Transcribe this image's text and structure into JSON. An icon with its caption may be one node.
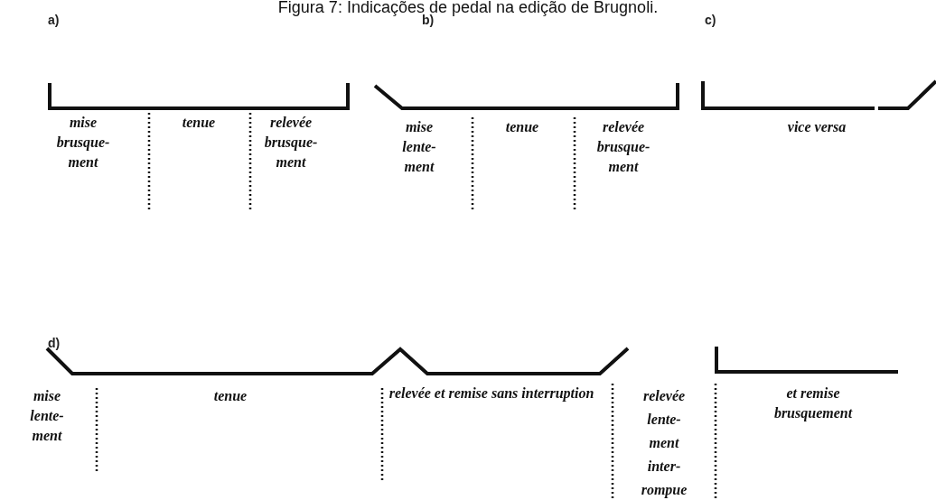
{
  "diagram": {
    "title": "Figura 7: Indicações de pedal na edição de Brugnoli.",
    "labels": [
      "a)",
      "b)",
      "c)",
      "mise brusque- ment",
      "tenue",
      "relevée brusque- ment",
      "mise lente- ment",
      "tenue",
      "relevée brusque- ment",
      "vice versa",
      "d)",
      "mise lente- ment",
      "tenue",
      "relevée et remise sans interruption",
      "relevée lente- ment inter- rompue",
      "et remise brusquement"
    ]
  }
}
